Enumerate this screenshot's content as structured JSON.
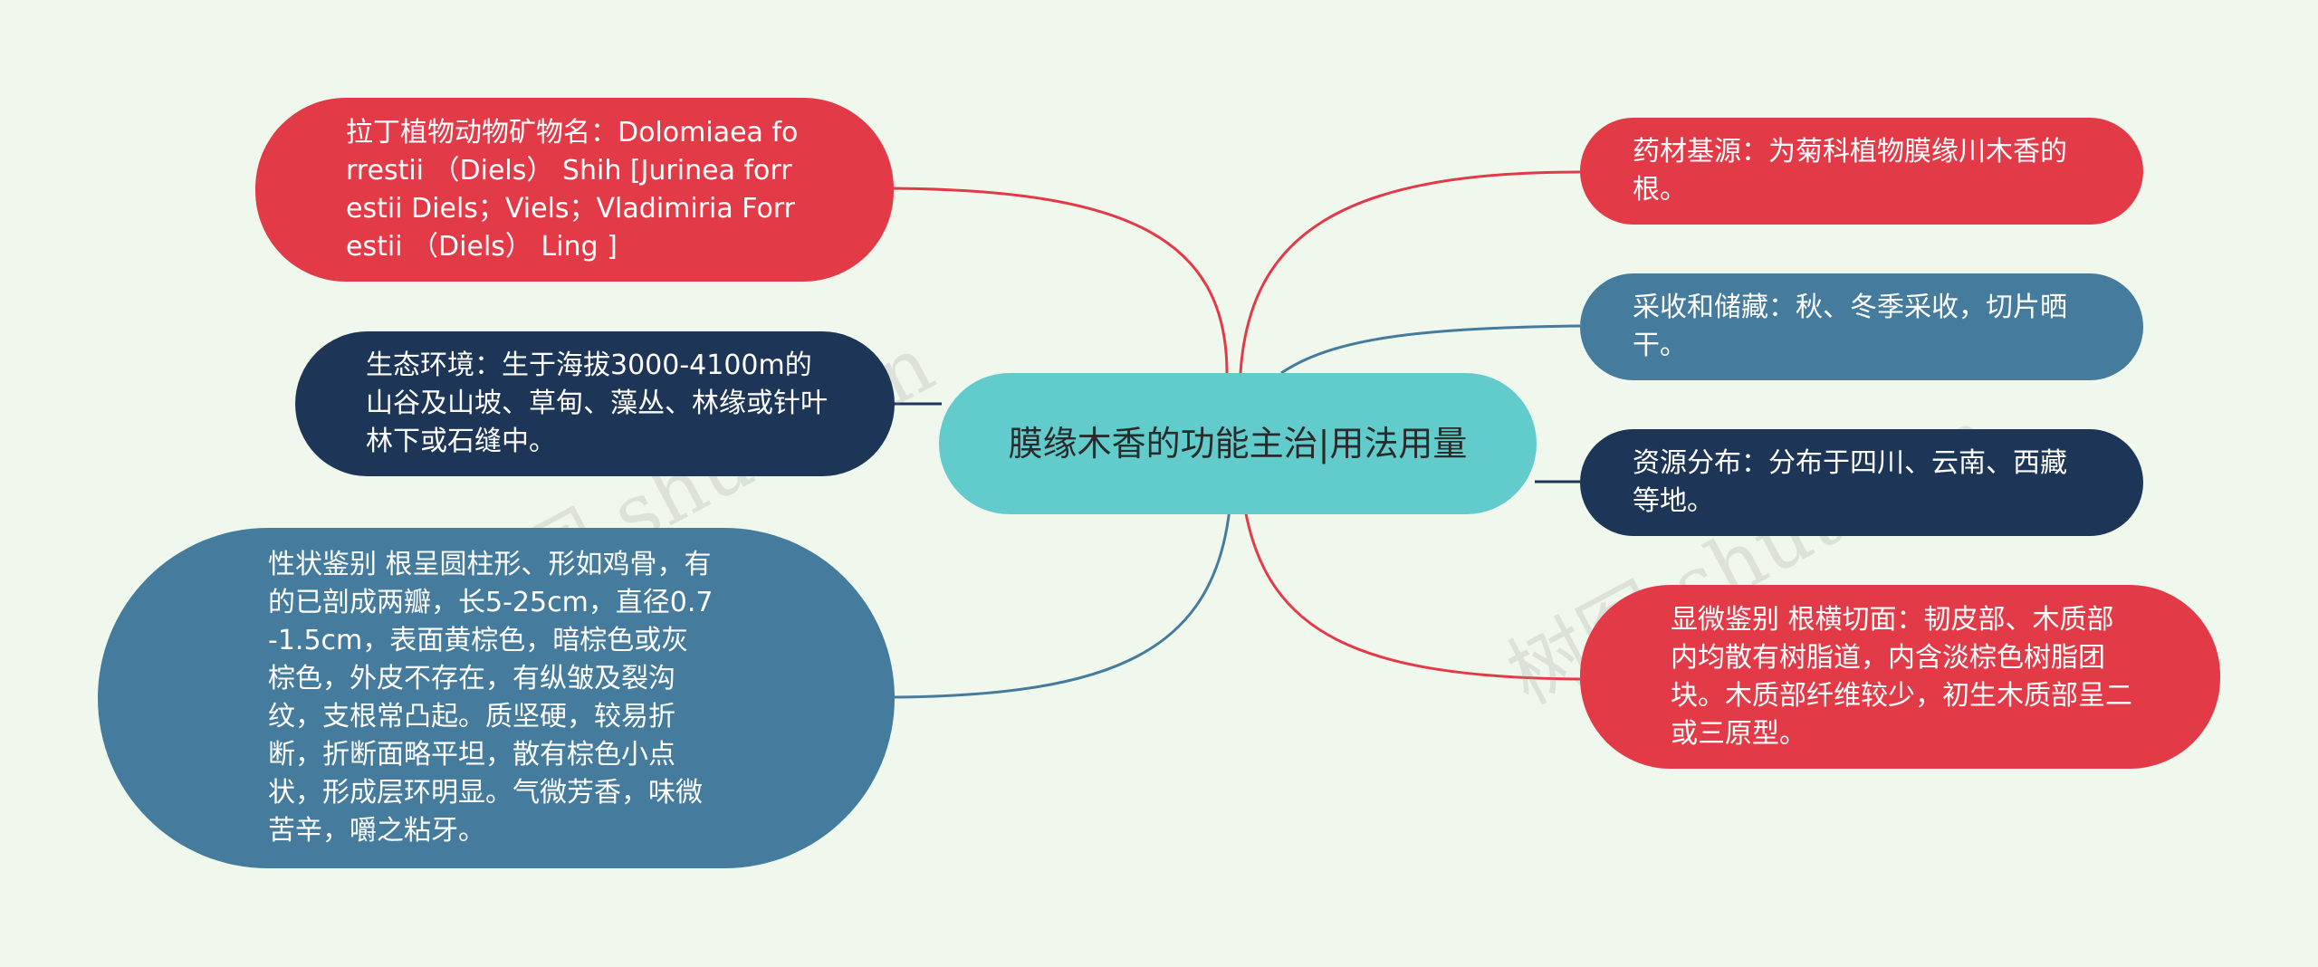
{
  "center": {
    "title": "膜缘木香的功能主治|用法用量"
  },
  "branches": {
    "latin_name": "拉丁植物动物矿物名：Dolomiaea forrestii （Diels） Shih [Jurinea forrestii Diels；Viels；Vladimiria Forrestii （Diels） Ling ]",
    "ecology": "生态环境：生于海拔3000-4100m的山谷及山坡、草甸、藻丛、林缘或针叶林下或石缝中。",
    "identification": "性状鉴别 根呈圆柱形、形如鸡骨，有的已剖成两瓣，长5-25cm，直径0.7-1.5cm，表面黄棕色，暗棕色或灰棕色，外皮不存在，有纵皱及裂沟纹，支根常凸起。质坚硬，较易折断，折断面略平坦，散有棕色小点状，形成层环明显。气微芳香，味微苦辛，嚼之粘牙。",
    "source": "药材基源：为菊科植物膜缘川木香的根。",
    "harvest": "采收和储藏：秋、冬季采收，切片晒干。",
    "distribution": "资源分布：分布于四川、云南、西藏等地。",
    "microscopy": "显微鉴别 根横切面：韧皮部、木质部内均散有树脂道，内含淡棕色树脂团块。木质部纤维较少，初生木质部呈二或三原型。"
  },
  "colors": {
    "background": "#f0f8ee",
    "center": "#62cbcc",
    "red": "#e33a48",
    "navy": "#1d3557",
    "steel": "#457b9d"
  },
  "watermarks": {
    "left": "树图 shutu.cn",
    "right": "树图 shutu.cn"
  }
}
